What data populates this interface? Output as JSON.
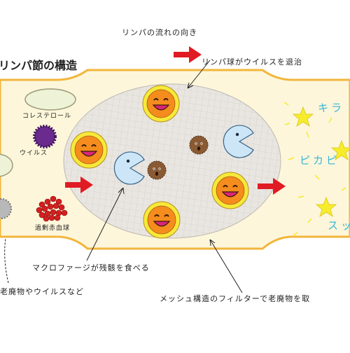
{
  "title": "リンパ節の構造",
  "labels": {
    "flow_direction": "リンパの流れの向き",
    "lymphocyte_pass": "リンパ球がウイルスを退治",
    "cholesterol": "コレステロール",
    "virus": "ウイルス",
    "excess_rbc": "過剰赤血球",
    "macrophage_eats": "マクロファージが残骸を食べる",
    "waste_virus": "老廃物やウイルスなど",
    "mesh_filter": "メッシュ構造のフィルターで老廃物を取"
  },
  "effects": {
    "kira": "キラ",
    "pika": "ピカピ",
    "suk": "スッ"
  },
  "colors": {
    "vessel_fill": "#fdf6da",
    "vessel_border": "#f2b63c",
    "node_fill": "#e9e6e1",
    "mesh_line": "#c9c5bf",
    "arrow": "#e11b24",
    "lymphocyte_face": "#f58c1e",
    "lymphocyte_ring": "#f6e93a",
    "macrophage": "#cde6f7",
    "debris": "#8a5a33",
    "virus": "#6b2a8e",
    "cholesterol": "#eef2d6",
    "rbc": "#d42020",
    "star": "#f6ec2b",
    "effect_text": "#38b6d6"
  },
  "icons": [
    "lymphocyte-icon",
    "macrophage-icon",
    "debris-icon",
    "virus-icon",
    "cholesterol-icon",
    "red-blood-cell-icon",
    "star-icon",
    "arrow-icon"
  ]
}
